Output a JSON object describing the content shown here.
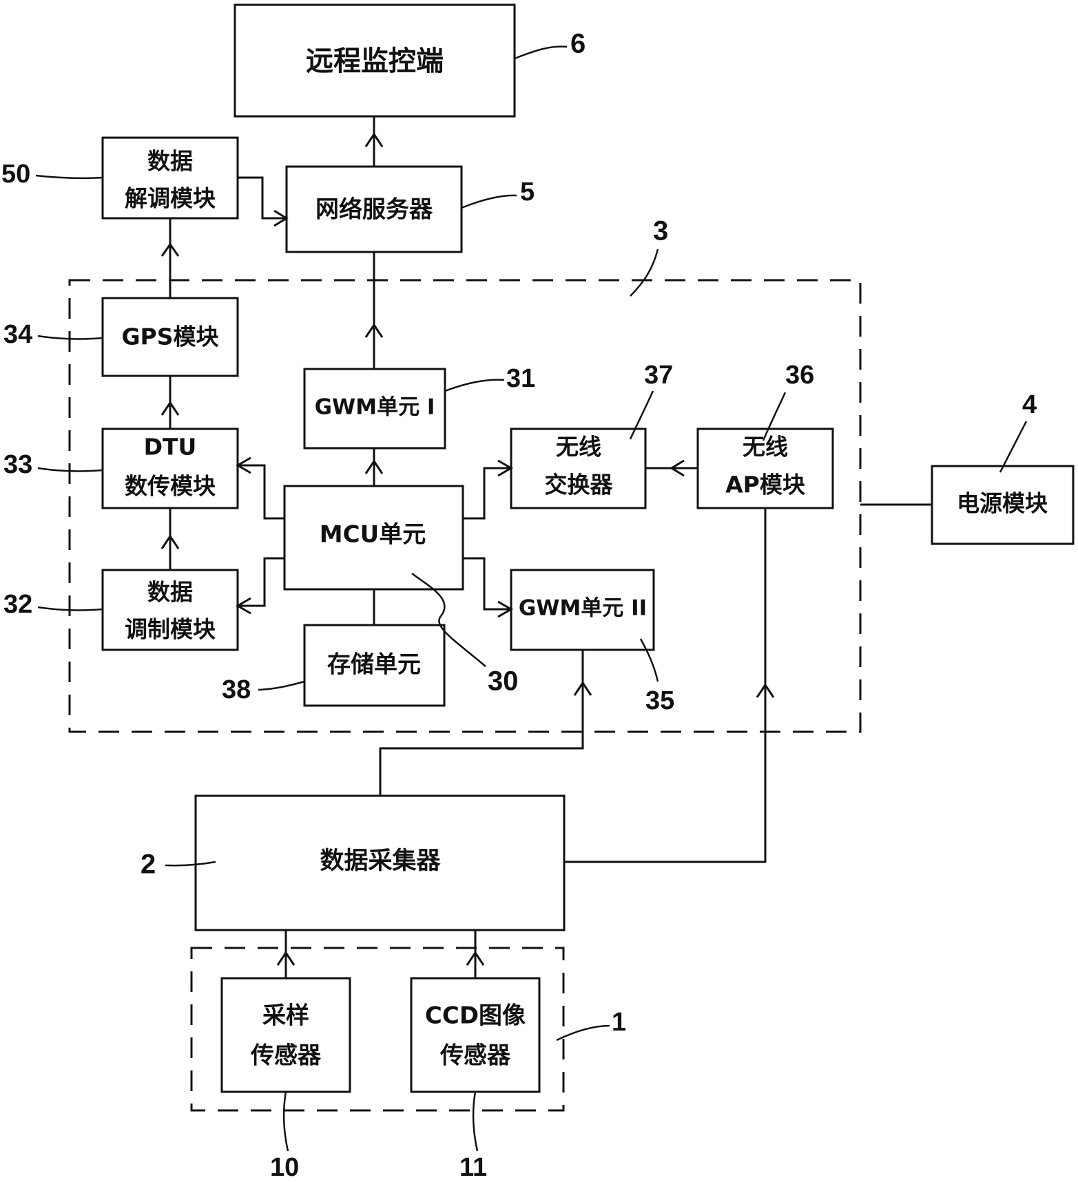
{
  "blocks": {
    "remote": "远程监控端",
    "server": "网络服务器",
    "demod_l1": "数据",
    "demod_l2": "解调模块",
    "gps": "GPS模块",
    "dtu_l1": "DTU",
    "dtu_l2": "数传模块",
    "mod_l1": "数据",
    "mod_l2": "调制模块",
    "gwm1": "GWM单元 I",
    "mcu": "MCU单元",
    "storage": "存储单元",
    "gwm2": "GWM单元 II",
    "switch_l1": "无线",
    "switch_l2": "交换器",
    "ap_l1": "无线",
    "ap_l2": "AP模块",
    "power": "电源模块",
    "collector": "数据采集器",
    "sample_l1": "采样",
    "sample_l2": "传感器",
    "ccd_l1": "CCD图像",
    "ccd_l2": "传感器"
  },
  "refs": {
    "r6": "6",
    "r5": "5",
    "r50": "50",
    "r3": "3",
    "r34": "34",
    "r31": "31",
    "r37": "37",
    "r36": "36",
    "r4": "4",
    "r33": "33",
    "r32": "32",
    "r30": "30",
    "r35": "35",
    "r38": "38",
    "r2": "2",
    "r1": "1",
    "r10": "10",
    "r11": "11"
  }
}
